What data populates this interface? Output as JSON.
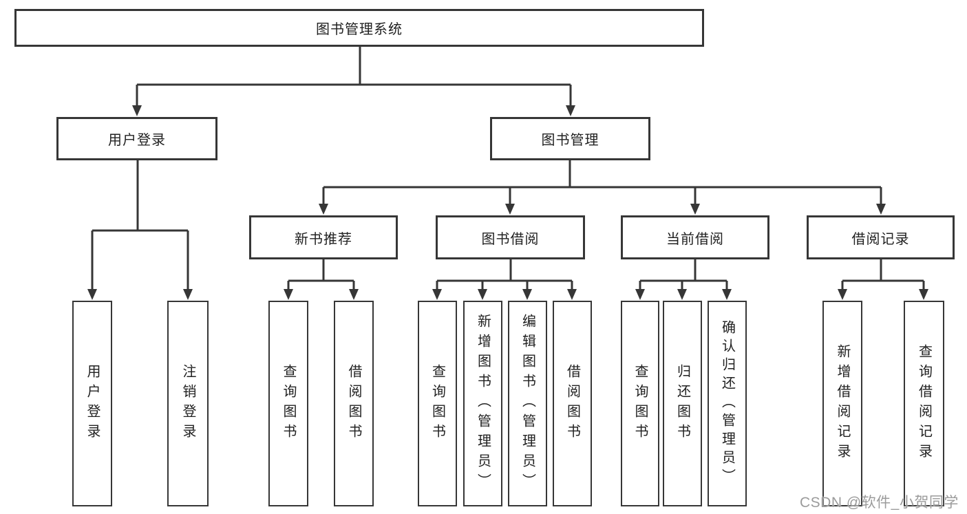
{
  "diagram_type": "hierarchy-tree",
  "colors": {
    "background": "#ffffff",
    "line": "#363636",
    "box_border": "#363636",
    "text": "#212121",
    "watermark": "#9b9b9b"
  },
  "watermark": {
    "text": "CSDN @软件_小贺同学"
  },
  "hierarchy": {
    "label": "图书管理系统",
    "children": [
      {
        "label": "用户登录",
        "children": [
          {
            "label": "用户登录"
          },
          {
            "label": "注销登录"
          }
        ]
      },
      {
        "label": "图书管理",
        "children": [
          {
            "label": "新书推荐",
            "children": [
              {
                "label": "查询图书"
              },
              {
                "label": "借阅图书"
              }
            ]
          },
          {
            "label": "图书借阅",
            "children": [
              {
                "label": "查询图书"
              },
              {
                "label": "新增图书（管理员）"
              },
              {
                "label": "编辑图书（管理员）"
              },
              {
                "label": "借阅图书"
              }
            ]
          },
          {
            "label": "当前借阅",
            "children": [
              {
                "label": "查询图书"
              },
              {
                "label": "归还图书"
              },
              {
                "label": "确认归还（管理员）"
              }
            ]
          },
          {
            "label": "借阅记录",
            "children": [
              {
                "label": "新增借阅记录"
              },
              {
                "label": "查询借阅记录"
              }
            ]
          }
        ]
      }
    ]
  }
}
